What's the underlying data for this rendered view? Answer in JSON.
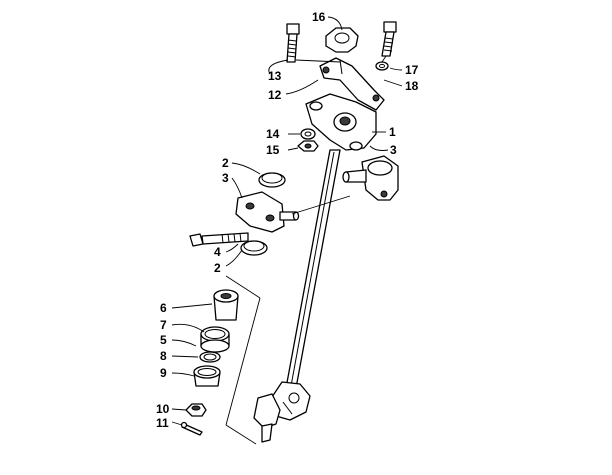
{
  "callouts": {
    "c1": "1",
    "c2a": "2",
    "c2b": "2",
    "c3a": "3",
    "c3b": "3",
    "c4": "4",
    "c5": "5",
    "c6": "6",
    "c7": "7",
    "c8": "8",
    "c9": "9",
    "c10": "10",
    "c11": "11",
    "c12": "12",
    "c13": "13",
    "c14": "14",
    "c15": "15",
    "c16": "16",
    "c17": "17",
    "c18": "18"
  }
}
